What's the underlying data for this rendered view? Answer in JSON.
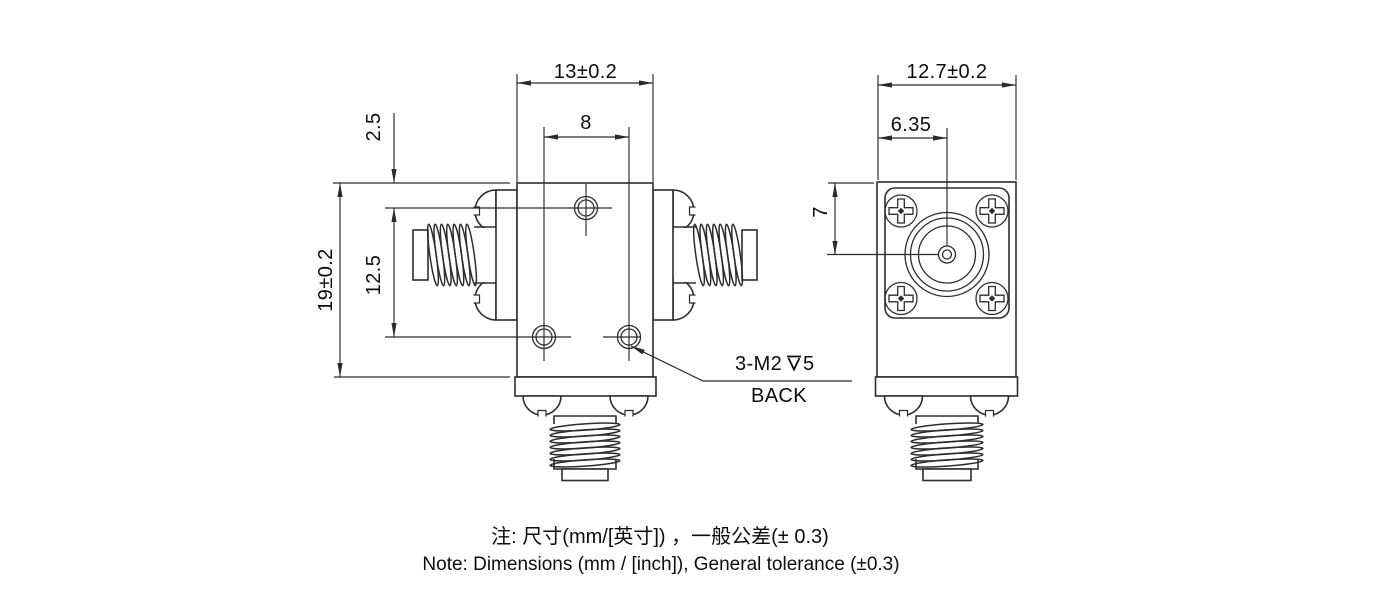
{
  "front_view": {
    "dim_width": "13±0.2",
    "dim_hole_spacing": "8",
    "dim_top_offset": "2.5",
    "dim_hole_offset": "12.5",
    "dim_height": "19±0.2",
    "thread_callout_prefix": "3-M2",
    "thread_callout_depth": "5",
    "back_label": "BACK"
  },
  "side_view": {
    "dim_width": "12.7±0.2",
    "dim_center_offset": "6.35",
    "dim_vertical_offset": "7"
  },
  "notes": {
    "line_cn": "注: 尺寸(mm/[英寸]) ，一般公差(± 0.3)",
    "line_en": "Note: Dimensions (mm / [inch]), General tolerance (±0.3)"
  },
  "colors": {
    "line": "#2d2d2d",
    "text": "#0d0d0d",
    "background": "#ffffff"
  }
}
